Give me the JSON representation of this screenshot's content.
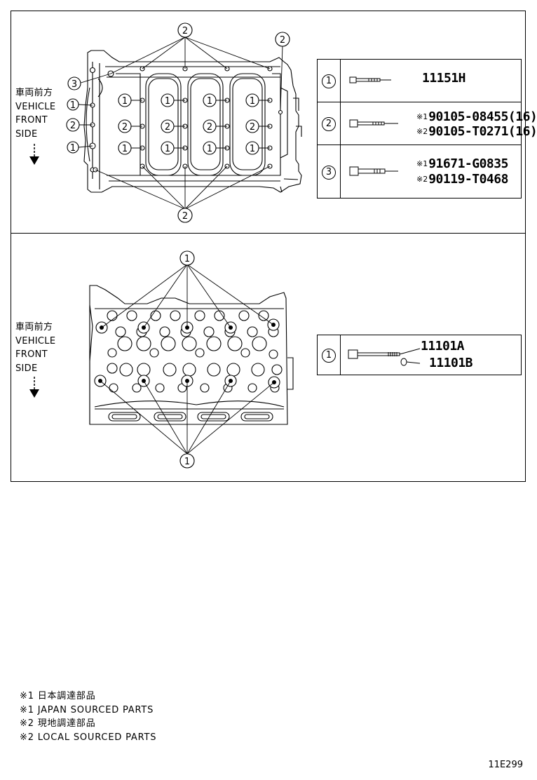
{
  "direction_label": {
    "jp": "車両前方",
    "en_line1": "VEHICLE",
    "en_line2": "FRONT",
    "en_line3": "SIDE"
  },
  "top_panel": {
    "callouts": {
      "top": "2",
      "top_right": "2",
      "upper_left": "3",
      "left_1a": "1",
      "left_2": "2",
      "left_1b": "1",
      "bottom": "2",
      "row1": [
        "1",
        "1",
        "1",
        "1"
      ],
      "row2": [
        "2",
        "2",
        "2",
        "2"
      ],
      "row3": [
        "1",
        "1",
        "1",
        "1"
      ]
    },
    "parts": [
      {
        "ref": "1",
        "lines": [
          {
            "mark": "",
            "number": "11151H"
          }
        ]
      },
      {
        "ref": "2",
        "lines": [
          {
            "mark": "※1",
            "number": "90105-08455(16)"
          },
          {
            "mark": "※2",
            "number": "90105-T0271(16)"
          }
        ]
      },
      {
        "ref": "3",
        "lines": [
          {
            "mark": "※1",
            "number": "91671-G0835"
          },
          {
            "mark": "※2",
            "number": "90119-T0468"
          }
        ]
      }
    ]
  },
  "bottom_panel": {
    "callouts": {
      "top": "1",
      "bottom": "1"
    },
    "parts": [
      {
        "ref": "1",
        "lines": [
          {
            "mark": "",
            "number": "11101A"
          },
          {
            "mark": "",
            "number": "11101B"
          }
        ]
      }
    ]
  },
  "notes": [
    "※1 日本調達部品",
    "※1 JAPAN SOURCED PARTS",
    "※2 現地調達部品",
    "※2 LOCAL SOURCED PARTS"
  ],
  "diagram_code": "11E299"
}
